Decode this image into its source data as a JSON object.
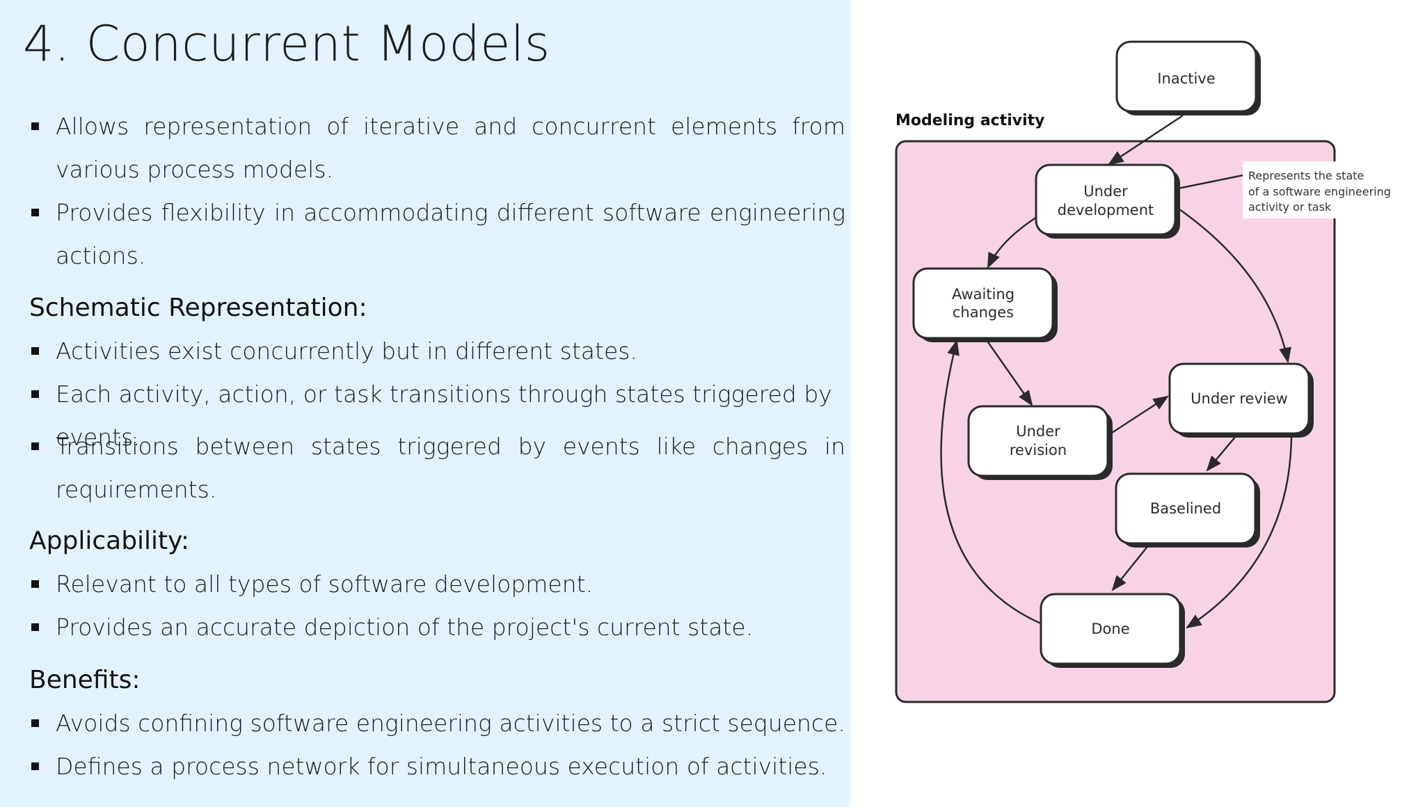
{
  "slide": {
    "title": "4. Concurrent Models",
    "bullets_intro": [
      "Allows representation of iterative and concurrent elements from various process models.",
      "Provides flexibility in accommodating different software engineering actions."
    ],
    "sections": [
      {
        "heading": "Schematic Representation:",
        "bullets": [
          "Activities exist concurrently but in different states.",
          "Each activity, action, or task transitions through states triggered by events.",
          "Transitions between states triggered by events like changes in requirements."
        ]
      },
      {
        "heading": "Applicability:",
        "bullets": [
          "Relevant to all types of software development.",
          "Provides an accurate depiction of the project's current state."
        ]
      },
      {
        "heading": "Benefits:",
        "bullets": [
          "Avoids confining software engineering activities to a strict sequence.",
          "Defines a process network for simultaneous execution of activities."
        ]
      }
    ]
  },
  "diagram": {
    "activity_label": "Modeling activity",
    "note": [
      "Represents the state",
      "of a software engineering",
      "activity or task"
    ],
    "states": {
      "inactive": [
        "Inactive"
      ],
      "under_development": [
        "Under",
        "development"
      ],
      "awaiting_changes": [
        "Awaiting",
        "changes"
      ],
      "under_revision": [
        "Under",
        "revision"
      ],
      "under_review": [
        "Under review"
      ],
      "baselined": [
        "Baselined"
      ],
      "done": [
        "Done"
      ]
    },
    "colors": {
      "panel_background": "#e3f3fd",
      "activity_fill": "#f8d3e6",
      "state_fill": "#ffffff",
      "stroke": "#2a2a2a"
    }
  }
}
